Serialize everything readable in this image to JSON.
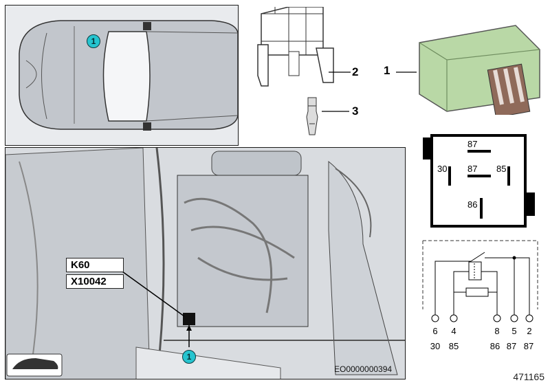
{
  "locator": {
    "callout": "1"
  },
  "engine_bay": {
    "labels": [
      "K60",
      "X10042"
    ],
    "callout": "1",
    "reference": "EO0000000394"
  },
  "parts": [
    {
      "number": "1"
    },
    {
      "number": "2"
    },
    {
      "number": "3"
    }
  ],
  "pin_diagram": {
    "labels": [
      "87",
      "30",
      "87",
      "85",
      "86"
    ]
  },
  "circuit": {
    "pin_numbers": [
      "6",
      "4",
      "8",
      "5",
      "2"
    ],
    "terminals": [
      "30",
      "85",
      "86",
      "87",
      "87"
    ]
  },
  "image_id": "471165",
  "colors": {
    "callout": "#26c4cf",
    "relay": "#b9d8a6"
  }
}
